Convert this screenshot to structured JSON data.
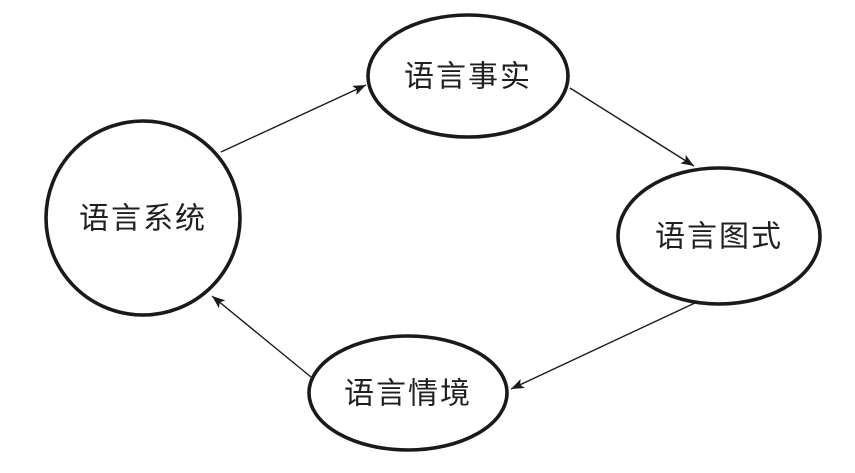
{
  "diagram": {
    "type": "cycle-diagram",
    "colors": {
      "background": "#ffffff",
      "stroke": "#1a1a1a",
      "text": "#1f1f1f"
    },
    "nodes": [
      {
        "id": "language-system",
        "label": "语言系统",
        "shape": "circle"
      },
      {
        "id": "language-facts",
        "label": "语言事实",
        "shape": "ellipse"
      },
      {
        "id": "language-schema",
        "label": "语言图式",
        "shape": "ellipse"
      },
      {
        "id": "language-situation",
        "label": "语言情境",
        "shape": "ellipse"
      }
    ],
    "edges": [
      {
        "from": "语言系统",
        "to": "语言事实"
      },
      {
        "from": "语言事实",
        "to": "语言图式"
      },
      {
        "from": "语言图式",
        "to": "语言情境"
      },
      {
        "from": "语言情境",
        "to": "语言系统"
      }
    ]
  }
}
